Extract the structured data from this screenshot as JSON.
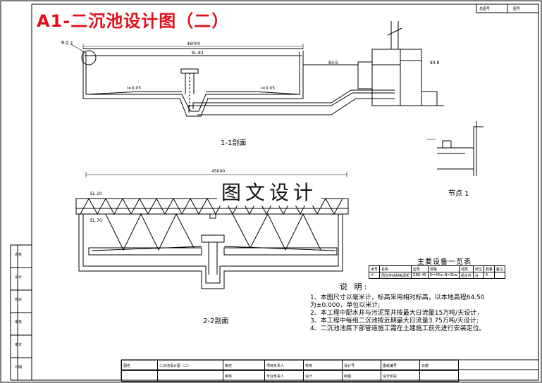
{
  "drawing_title": "A1-二沉池设计图（二）",
  "watermark": "图文设计",
  "section_labels": {
    "s11": "1-1剖面",
    "s22": "2-2剖面",
    "node": "节点 1",
    "node_marker": "节点 1"
  },
  "dimension_texts": {
    "d1": "46000",
    "d2": "45000",
    "e1": "EL.83",
    "e2": "i=0.05",
    "e3": "i=0.05",
    "e4": "84.9",
    "e5": "84.8",
    "e6": "EL.10",
    "e7": "EL.70"
  },
  "equipment_table": {
    "title": "主要设备一览表",
    "headers": [
      "序号",
      "名称",
      "型号",
      "规格",
      "材质",
      "单位",
      "数量",
      "备注"
    ],
    "rows": [
      [
        "①",
        "周边传动刮吸泥机",
        "ZBG-45",
        "D=45m,N=3kw",
        "组合件",
        "台",
        "4",
        ""
      ]
    ]
  },
  "notes": {
    "heading": "说 明:",
    "items": [
      "1、本图尺寸以毫米计，标高采用相对标高，以本地高程64.50",
      "   为±0.000，单位以米计;",
      "2、本工程中配水井与污泥泵井按最大日流量15万吨/天设计，",
      "3、本工程中每组二沉池按近期最大日流量3.75万吨/天设计;",
      "4、二沉池池底下部管道施工需在土建施工前先进行安装定位。"
    ]
  },
  "title_block": {
    "drawing_name": "二沉池设计图（二）",
    "cells": [
      "审定",
      "项目负责人",
      "校核",
      "设计号",
      "图纸编号",
      "审核",
      "专业负责人",
      "设计",
      "制图",
      "设计阶段",
      "日期",
      "图名"
    ],
    "corner": [
      "总图号",
      "图号"
    ]
  },
  "side_labels": [
    "会签",
    "设计",
    "校对",
    "审核",
    "审定",
    "日期"
  ]
}
